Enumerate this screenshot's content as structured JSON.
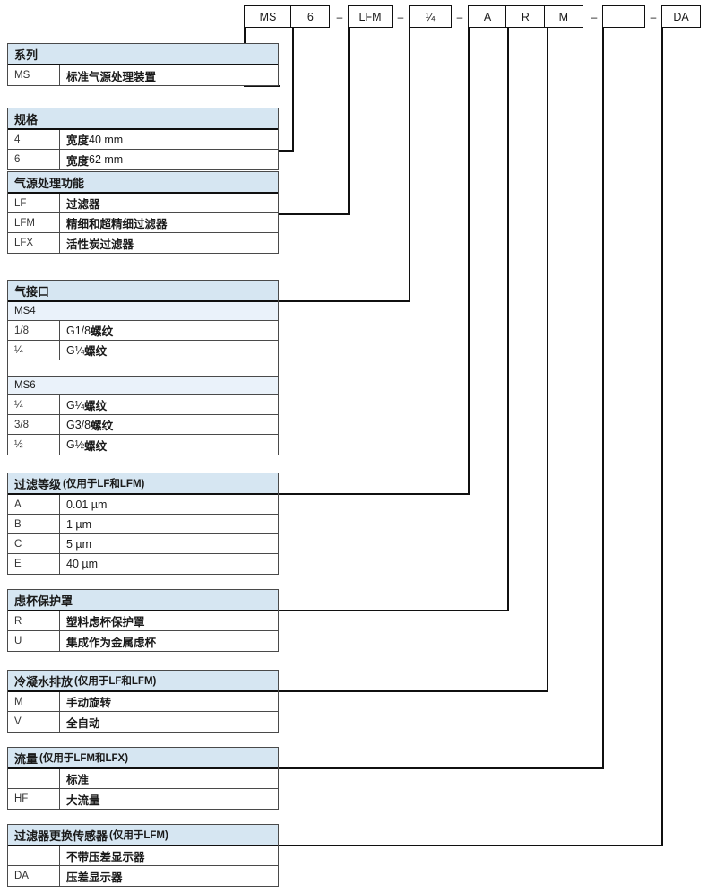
{
  "order_code": {
    "segments": [
      {
        "type": "group",
        "cells": [
          "MS",
          "6"
        ]
      },
      {
        "type": "dash",
        "label": "–"
      },
      {
        "type": "group",
        "cells": [
          "LFM"
        ]
      },
      {
        "type": "dash",
        "label": "–"
      },
      {
        "type": "group",
        "cells": [
          "¼"
        ]
      },
      {
        "type": "dash",
        "label": "–"
      },
      {
        "type": "group",
        "cells": [
          "A",
          "R",
          "M"
        ]
      },
      {
        "type": "dash",
        "label": "–"
      },
      {
        "type": "group",
        "cells": [
          ""
        ]
      },
      {
        "type": "dash",
        "label": "–"
      },
      {
        "type": "group",
        "cells": [
          "DA"
        ]
      }
    ],
    "box_ms": "MS",
    "box_6": "6",
    "box_lfm": "LFM",
    "box_quarter": "¼",
    "box_a": "A",
    "box_r": "R",
    "box_m": "M",
    "box_blank": "",
    "box_da": "DA",
    "dash": "–"
  },
  "tables": [
    {
      "id": "series",
      "title": "系列",
      "title_note": "",
      "rows": [
        {
          "code": "MS",
          "desc": "标准气源处理装置"
        }
      ]
    },
    {
      "id": "size",
      "title": "规格",
      "title_note": "",
      "rows": [
        {
          "code": "4",
          "desc_bold": "宽度",
          "desc_rest": " 40 mm"
        },
        {
          "code": "6",
          "desc_bold": "宽度",
          "desc_rest": " 62 mm"
        }
      ]
    },
    {
      "id": "function",
      "title": "气源处理功能",
      "title_note": "",
      "rows": [
        {
          "code": "LF",
          "desc": "过滤器"
        },
        {
          "code": "LFM",
          "desc": "精细和超精细过滤器"
        },
        {
          "code": "LFX",
          "desc": "活性炭过滤器"
        }
      ]
    },
    {
      "id": "connection",
      "title": "气接口",
      "title_note": "",
      "groups": [
        {
          "subhead": "MS4",
          "rows": [
            {
              "code": "1/8",
              "desc_pre": "G1/8",
              "desc_bold": "螺纹"
            },
            {
              "code": "¼",
              "desc_pre": "G¼ ",
              "desc_bold": "螺纹"
            }
          ]
        },
        {
          "subhead": "MS6",
          "rows": [
            {
              "code": "¼",
              "desc_pre": "G¼ ",
              "desc_bold": "螺纹"
            },
            {
              "code": "3/8",
              "desc_pre": "G3/8",
              "desc_bold": "螺纹"
            },
            {
              "code": "½",
              "desc_pre": "G½ ",
              "desc_bold": "螺纹"
            }
          ]
        }
      ]
    },
    {
      "id": "grade",
      "title": "过滤等级",
      "title_note": "(仅用于LF和LFM)",
      "rows": [
        {
          "code": "A",
          "desc": "0.01 µm"
        },
        {
          "code": "B",
          "desc": "1 µm"
        },
        {
          "code": "C",
          "desc": "5 µm"
        },
        {
          "code": "E",
          "desc": "40 µm"
        }
      ]
    },
    {
      "id": "bowl-guard",
      "title": "虑杯保护罩",
      "title_note": "",
      "rows": [
        {
          "code": "R",
          "desc": "塑料虑杯保护罩"
        },
        {
          "code": "U",
          "desc": "集成作为金属虑杯"
        }
      ]
    },
    {
      "id": "drain",
      "title": "冷凝水排放",
      "title_note": "(仅用于LF和LFM)",
      "rows": [
        {
          "code": "M",
          "desc": "手动旋转"
        },
        {
          "code": "V",
          "desc": "全自动"
        }
      ]
    },
    {
      "id": "flow",
      "title": "流量",
      "title_note": "(仅用于LFM和LFX)",
      "rows": [
        {
          "code": "",
          "desc": "标准"
        },
        {
          "code": "HF",
          "desc": "大流量"
        }
      ]
    },
    {
      "id": "sensor",
      "title": "过滤器更换传感器",
      "title_note": "(仅用于LFM)",
      "rows": [
        {
          "code": "",
          "desc": "不带压差显示器"
        },
        {
          "code": "DA",
          "desc": "压差显示器"
        }
      ]
    }
  ],
  "colors": {
    "header_blue": "#d6e6f2",
    "subheader_blue": "#eaf2fa",
    "line": "#101010",
    "border": "#4a4a4a"
  }
}
